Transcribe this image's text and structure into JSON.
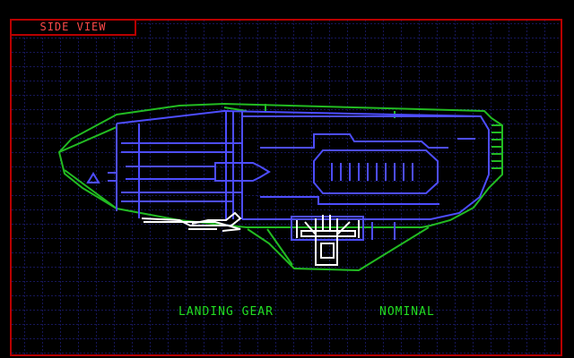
{
  "panel": {
    "title": "SIDE VIEW"
  },
  "status": {
    "label": "LANDING GEAR",
    "value": "NOMINAL"
  },
  "colors": {
    "background": "#000000",
    "frame": "#b80000",
    "title_text": "#ff4a4a",
    "grid": "#2b2bb0",
    "hull": "#22bb22",
    "structure": "#4d4dff",
    "landing_gear": "#ffffff",
    "status_text": "#22dd22"
  },
  "icons": {
    "ship": "spaceship-side-view-icon",
    "gear": "landing-gear-icon"
  }
}
